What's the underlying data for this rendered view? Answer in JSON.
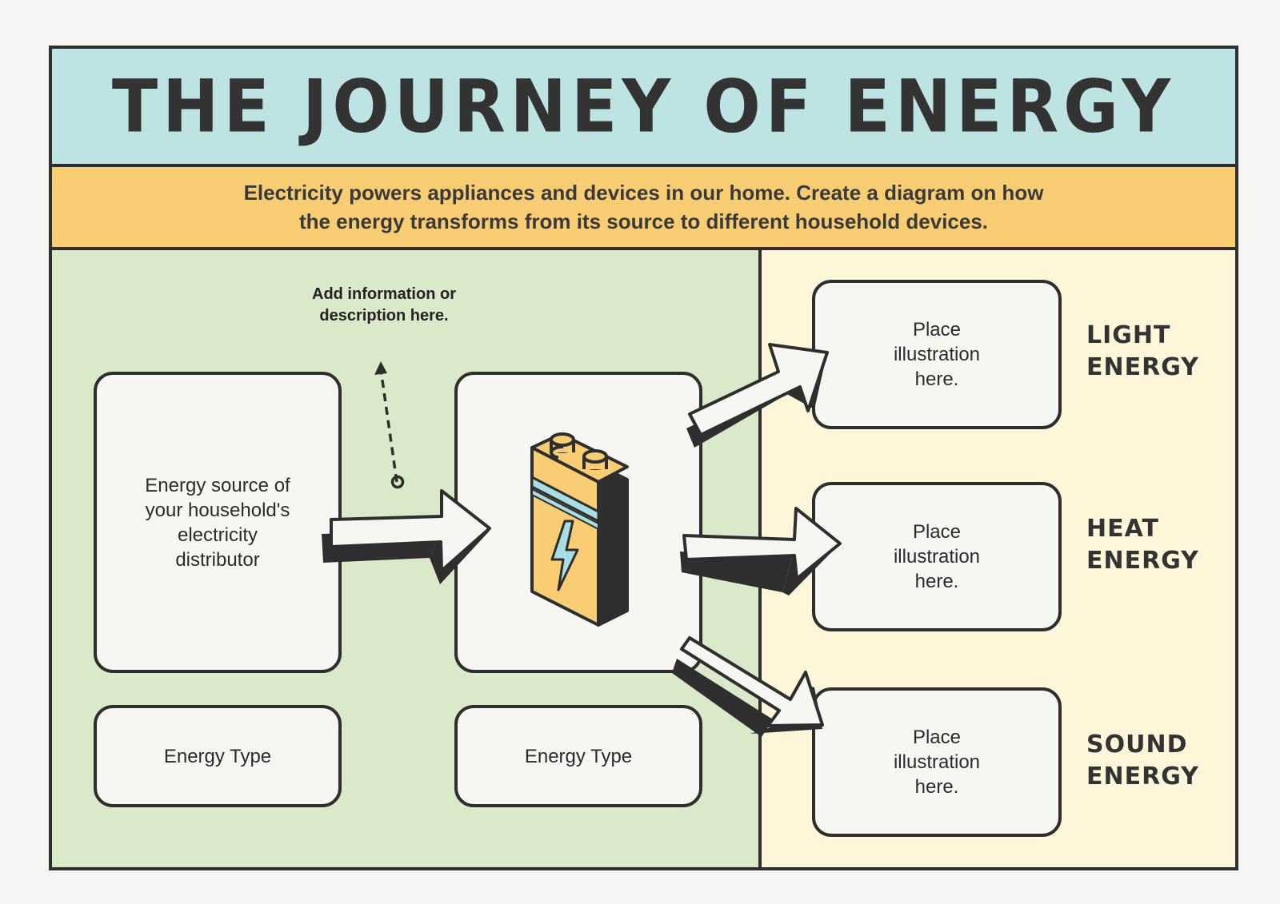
{
  "title": "THE JOURNEY OF ENERGY",
  "description": {
    "line1": "Electricity powers appliances and devices in our home. Create a diagram on how",
    "line2": "the energy transforms from its source to different household devices."
  },
  "note": {
    "line1": "Add information or",
    "line2": "description here."
  },
  "source_box": {
    "line1": "Energy source of",
    "line2": "your household's",
    "line3": "electricity",
    "line4": "distributor"
  },
  "energy_type_boxes": [
    "Energy Type",
    "Energy Type"
  ],
  "illustration_placeholders": [
    {
      "line1": "Place",
      "line2": "illustration",
      "line3": "here."
    },
    {
      "line1": "Place",
      "line2": "illustration",
      "line3": "here."
    },
    {
      "line1": "Place",
      "line2": "illustration",
      "line3": "here."
    }
  ],
  "energy_labels": [
    {
      "line1": "LIGHT",
      "line2": "ENERGY"
    },
    {
      "line1": "HEAT",
      "line2": "ENERGY"
    },
    {
      "line1": "SOUND",
      "line2": "ENERGY"
    }
  ],
  "colors": {
    "title_band": "#bde3e2",
    "description_band": "#f9cd74",
    "left_panel": "#dbe9cb",
    "right_panel": "#fdf6d9",
    "outline": "#2e2e2e",
    "battery_body": "#f9cd74",
    "battery_stripe": "#a9dde4"
  },
  "icons": [
    "battery-icon",
    "lightning-bolt-icon",
    "arrow-icon",
    "dashed-pointer-icon"
  ]
}
